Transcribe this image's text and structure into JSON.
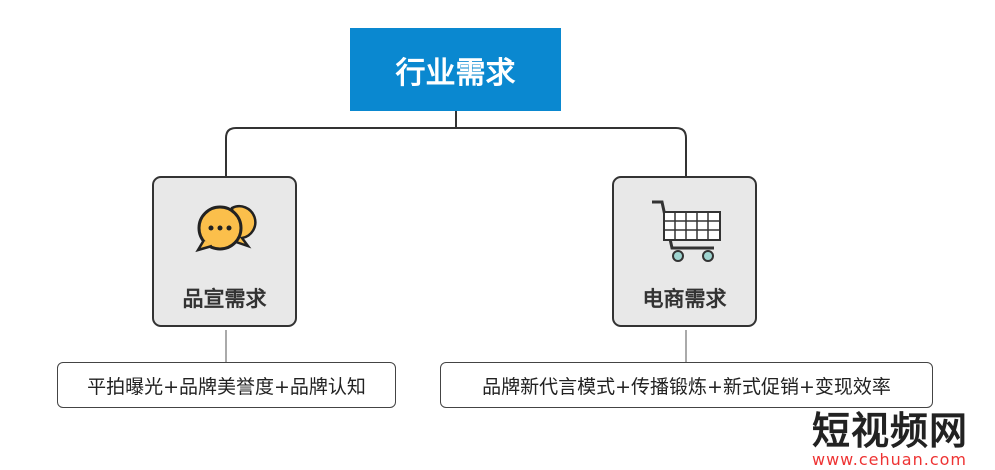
{
  "root": {
    "label": "行业需求",
    "color": "#0a88d0"
  },
  "branches": [
    {
      "label": "品宣需求",
      "icon": "chat-bubbles-icon",
      "detail": "平拍曝光+品牌美誉度+品牌认知"
    },
    {
      "label": "电商需求",
      "icon": "shopping-cart-icon",
      "detail": "品牌新代言模式+传播锻炼+新式促销+变现效率"
    }
  ],
  "watermark": {
    "title": "短视频网",
    "url": "www.cehuan.com"
  }
}
